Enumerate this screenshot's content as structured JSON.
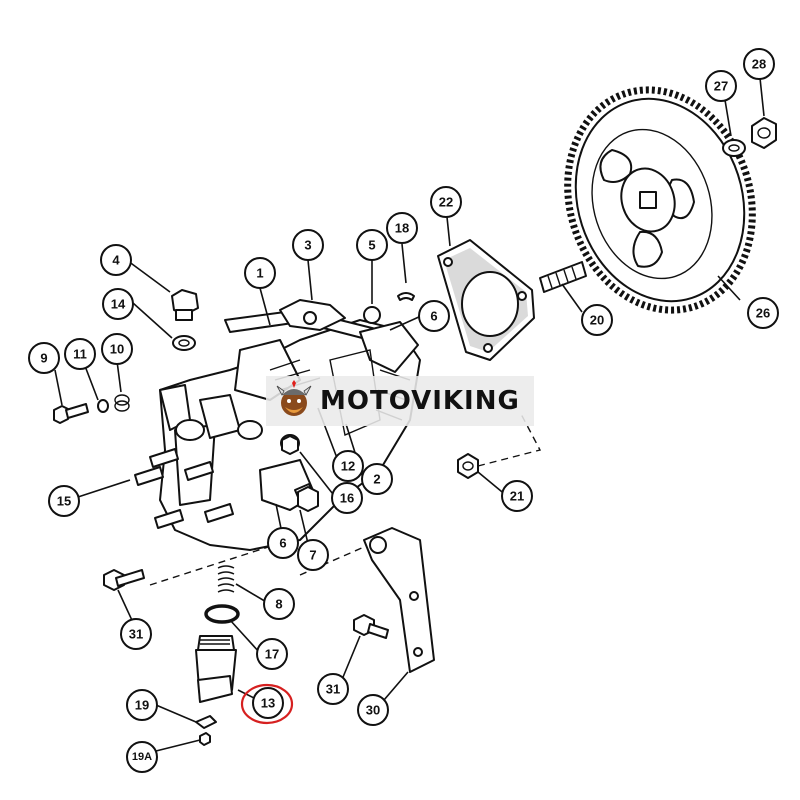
{
  "watermark": {
    "text": "MOTOVIKING",
    "accent_color": "#e0201c"
  },
  "highlight_color": "#d62020",
  "callouts": [
    {
      "label": "1"
    },
    {
      "label": "2"
    },
    {
      "label": "3"
    },
    {
      "label": "4"
    },
    {
      "label": "5"
    },
    {
      "label": "6"
    },
    {
      "label": "6"
    },
    {
      "label": "7"
    },
    {
      "label": "8"
    },
    {
      "label": "9"
    },
    {
      "label": "10"
    },
    {
      "label": "11"
    },
    {
      "label": "12"
    },
    {
      "label": "13"
    },
    {
      "label": "14"
    },
    {
      "label": "15"
    },
    {
      "label": "16"
    },
    {
      "label": "17"
    },
    {
      "label": "18"
    },
    {
      "label": "19"
    },
    {
      "label": "19A"
    },
    {
      "label": "20"
    },
    {
      "label": "21"
    },
    {
      "label": "22"
    },
    {
      "label": "26"
    },
    {
      "label": "27"
    },
    {
      "label": "28"
    },
    {
      "label": "30"
    },
    {
      "label": "31"
    },
    {
      "label": "31"
    }
  ]
}
